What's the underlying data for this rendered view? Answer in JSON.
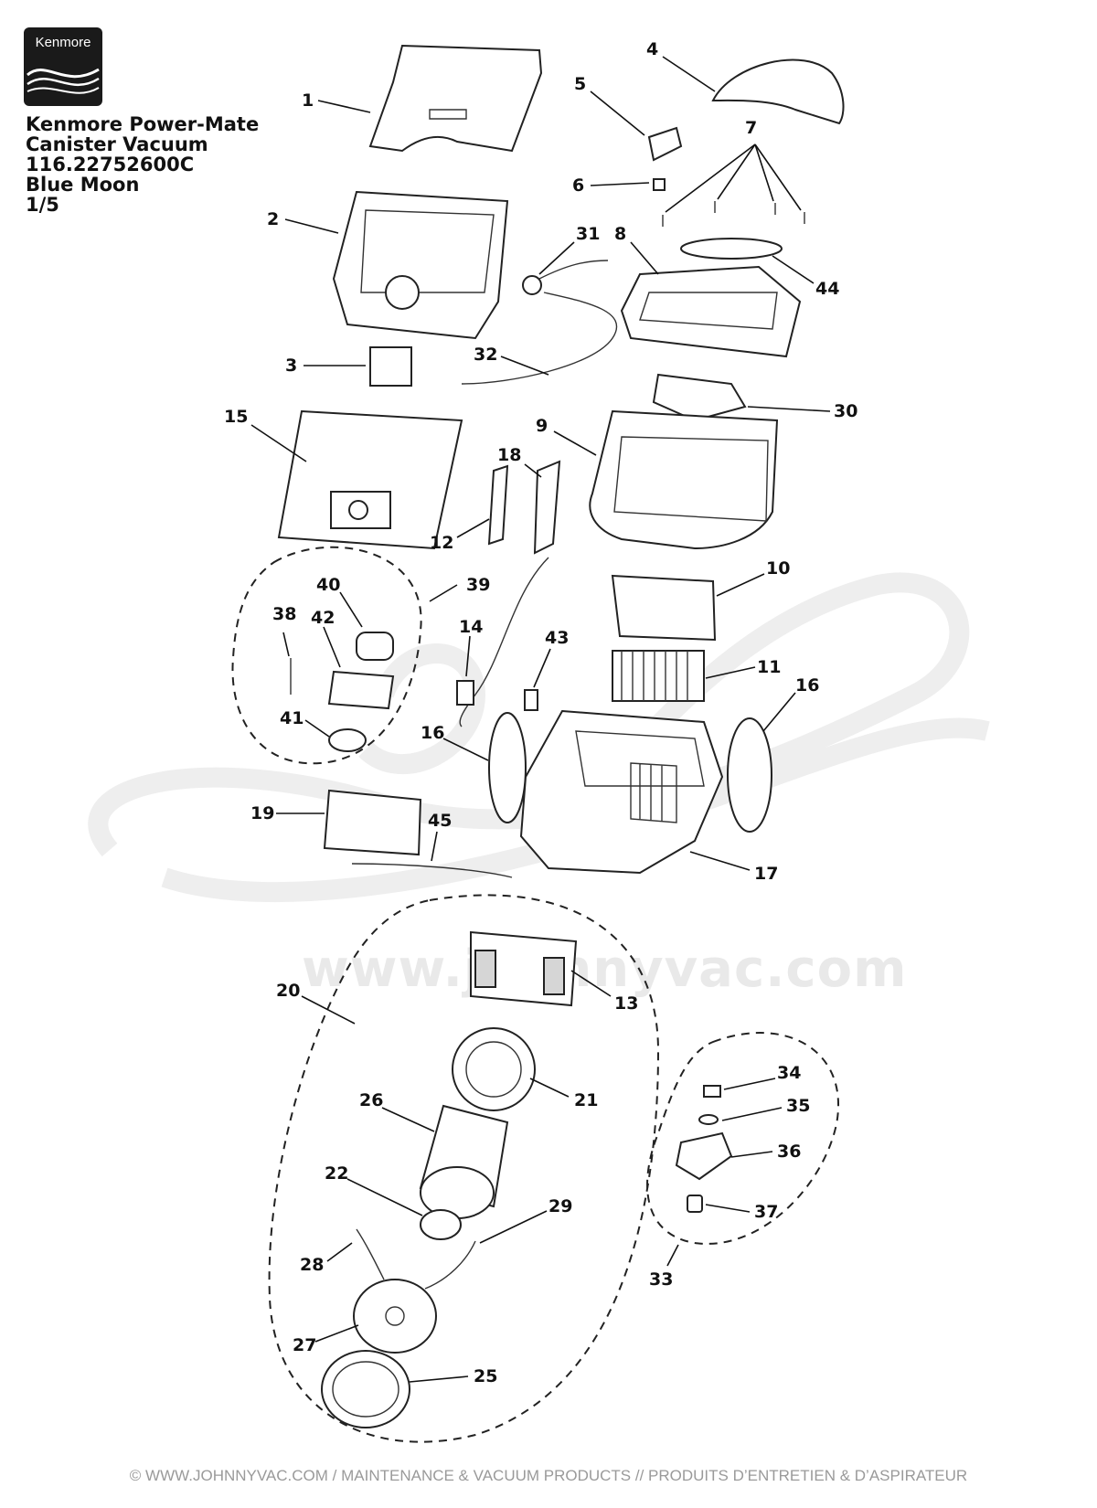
{
  "logo": {
    "brand": "Kenmore"
  },
  "header": {
    "line1": "Kenmore Power-Mate",
    "line2": "Canister Vacuum",
    "line3": "116.22752600C",
    "line4": "Blue Moon",
    "line5": "1/5"
  },
  "watermark": {
    "url": "www.johnnyvac.com"
  },
  "footer": {
    "text": "© WWW.JOHNNYVAC.COM / MAINTENANCE & VACUUM PRODUCTS  //  PRODUITS D’ENTRETIEN & D’ASPIRATEUR"
  },
  "callouts": [
    "1",
    "2",
    "3",
    "4",
    "5",
    "6",
    "7",
    "8",
    "9",
    "10",
    "11",
    "12",
    "13",
    "14",
    "15",
    "16",
    "16",
    "17",
    "18",
    "19",
    "20",
    "21",
    "22",
    "25",
    "26",
    "27",
    "28",
    "29",
    "30",
    "31",
    "32",
    "33",
    "34",
    "35",
    "36",
    "37",
    "38",
    "39",
    "40",
    "41",
    "42",
    "43",
    "44",
    "45"
  ]
}
